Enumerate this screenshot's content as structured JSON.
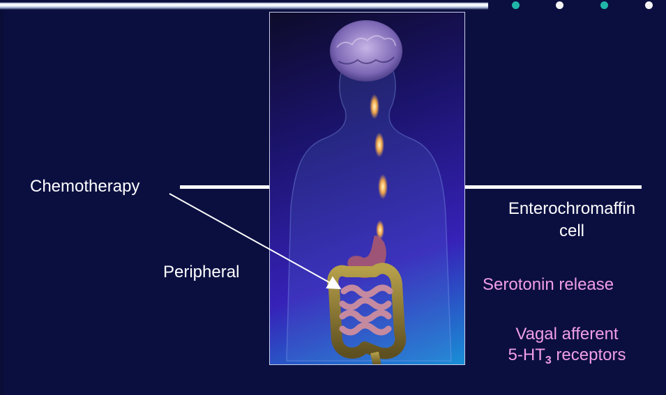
{
  "labels": {
    "chemotherapy": "Chemotherapy",
    "peripheral": "Peripheral",
    "enterochromaffin_line1": "Enterochromaffin",
    "enterochromaffin_line2": "cell",
    "serotonin": "Serotonin release",
    "vagal_line1": "Vagal afferent",
    "vagal_line2_prefix": "5-HT",
    "vagal_line2_sub": "3",
    "vagal_line2_suffix": " receptors"
  },
  "colors": {
    "background": "#0b0f40",
    "accent_text": "#f19ee6",
    "text": "#ffffff",
    "dot_teal": "#1fb7a8",
    "dot_white": "#f4f4f4"
  },
  "image": {
    "subject": "translucent human body with brain, spinal signal and gastrointestinal tract"
  }
}
